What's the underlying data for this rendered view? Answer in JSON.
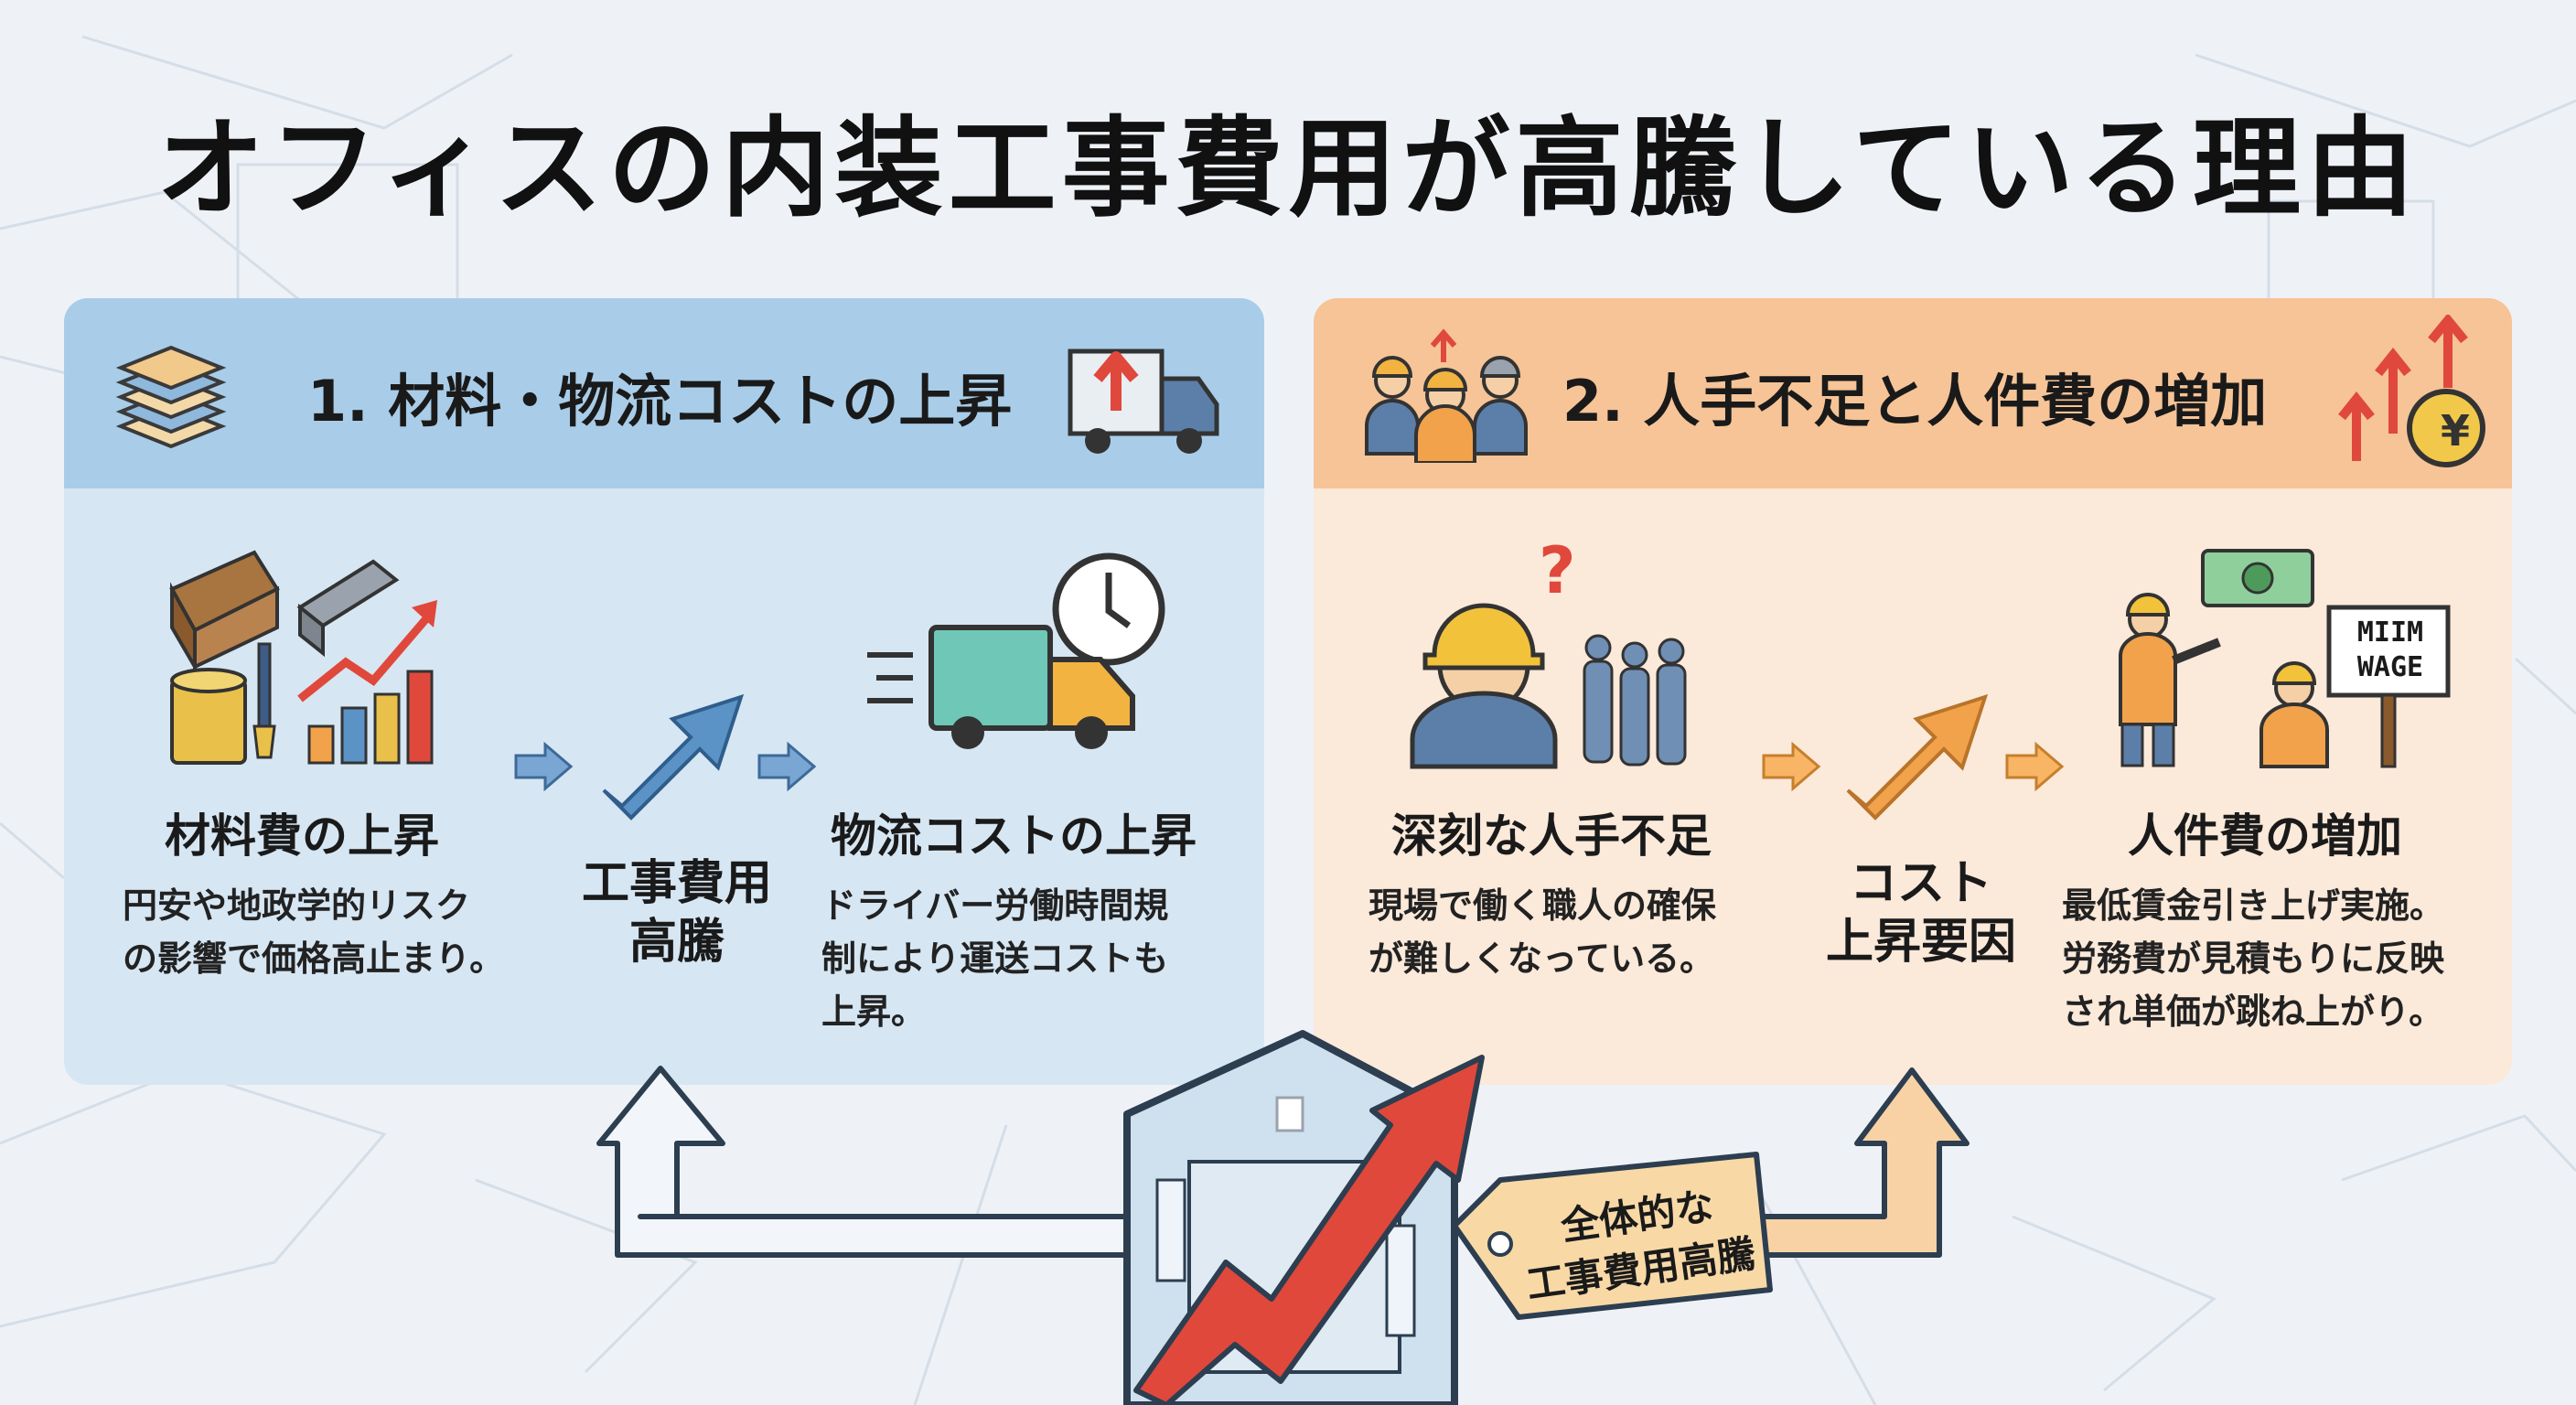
{
  "title": "オフィスの内装工事費用が高騰している理由",
  "left_panel": {
    "heading": "1. 材料・物流コストの上昇",
    "item1": {
      "title": "材料費の上昇",
      "desc_line1": "円安や地政学的リスク",
      "desc_line2": "の影響で価格高止まり。"
    },
    "middle": {
      "line1": "工事費用",
      "line2": "高騰"
    },
    "item2": {
      "title": "物流コストの上昇",
      "desc_line1": "ドライバー労働時間規",
      "desc_line2": "制により運送コストも",
      "desc_line3": "上昇。"
    }
  },
  "right_panel": {
    "heading": "2. 人手不足と人件費の増加",
    "item1": {
      "title": "深刻な人手不足",
      "desc_line1": "現場で働く職人の確保",
      "desc_line2": "が難しくなっている。"
    },
    "middle": {
      "line1": "コスト",
      "line2": "上昇要因"
    },
    "item2": {
      "title": "人件費の増加",
      "desc_line1": "最低賃金引き上げ実施。",
      "desc_line2": "労務費が見積もりに反映",
      "desc_line3": "され単価が跳ね上がり。"
    },
    "sign_line1": "MIIM",
    "sign_line2": "WAGE",
    "yen_symbol": "¥"
  },
  "tag": {
    "line1": "全体的な",
    "line2": "工事費用高騰"
  },
  "colors": {
    "left_header": "#a9cde8",
    "left_body": "#d6e6f3",
    "right_header": "#f6c497",
    "right_body": "#fbe9da",
    "accent_red": "#e0483c",
    "accent_orange": "#f2a24a",
    "accent_blue": "#5b93c7"
  }
}
